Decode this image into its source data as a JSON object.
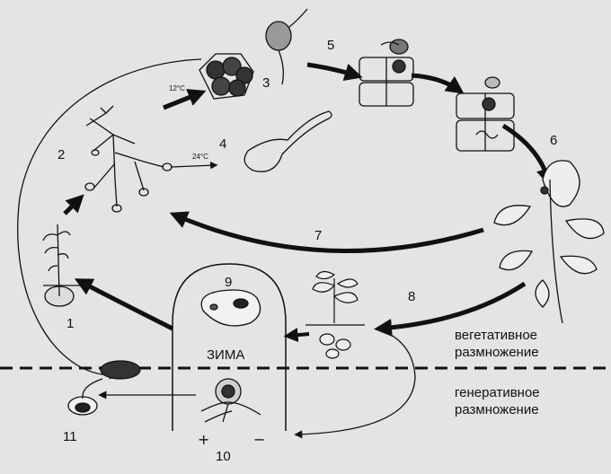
{
  "stages": {
    "n1": "1",
    "n2": "2",
    "n3": "3",
    "n4": "4",
    "n5": "5",
    "n6": "6",
    "n7": "7",
    "n8": "8",
    "n9": "9",
    "n10": "10",
    "n11": "11"
  },
  "temps": {
    "cold": "12°C",
    "warm": "24°C"
  },
  "labels": {
    "winter": "ЗИМА",
    "vegetative_line1": "вегетативное",
    "vegetative_line2": "размножение",
    "generative_line1": "генеративное",
    "generative_line2": "размножение"
  },
  "mating": {
    "plus": "+",
    "minus": "−"
  },
  "colors": {
    "background": "#e4e4e4",
    "ink": "#111111",
    "dark_fill": "#2a2a2a"
  }
}
